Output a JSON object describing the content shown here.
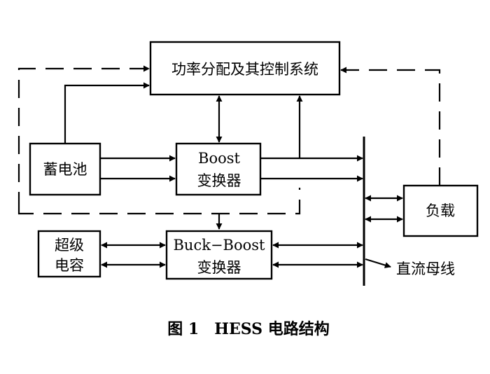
{
  "nodes": {
    "power_control": "功率分配及其控制系统",
    "battery": "蓄电池",
    "boost_line1": "Boost",
    "boost_line2": "变换器",
    "supercap_line1": "超级",
    "supercap_line2": "电容",
    "buckboost_line1": "Buck−Boost",
    "buckboost_line2": "变换器",
    "load": "负载",
    "dc_bus": "直流母线"
  },
  "caption": "图 1　HESS 电路结构"
}
